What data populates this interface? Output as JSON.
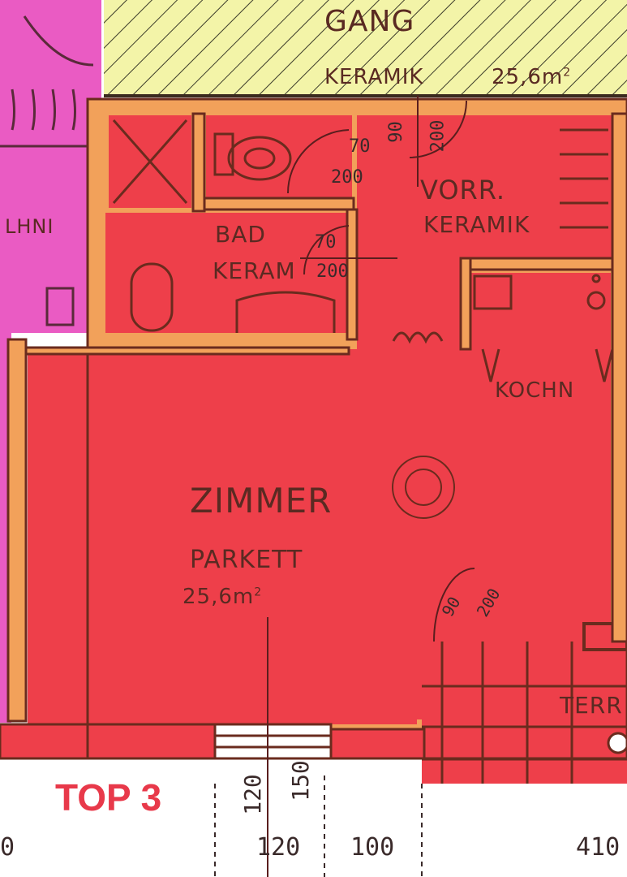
{
  "plan": {
    "colors": {
      "room_fill": "#ee3f4a",
      "hall_fill": "#f3f4a8",
      "neighbor_fill": "#ea5bc3",
      "wall_fill": "#f2a15a",
      "wall_line": "#6a2b1e",
      "title_color": "#e8394a"
    },
    "hall": {
      "name": "GANG",
      "floor": "KERAMIK",
      "area": "25,6m",
      "area_sup": "2"
    },
    "vorraum": {
      "name": "VORR.",
      "floor": "KERAMIK"
    },
    "bad": {
      "name": "BAD",
      "floor": "KERAM"
    },
    "kochnische": {
      "name": "KOCHN"
    },
    "zimmer": {
      "name": "ZIMMER",
      "floor": "PARKETT",
      "area": "25,6m",
      "area_sup": "2"
    },
    "terrasse": {
      "name": "TERR"
    },
    "neighbor": {
      "label": "LHNI"
    },
    "door_labels": [
      "70",
      "200",
      "90",
      "200",
      "70",
      "200",
      "90",
      "200"
    ],
    "dimensions": {
      "bottom": [
        "0",
        "120",
        "100",
        "410"
      ],
      "vertical": [
        "120",
        "150"
      ]
    },
    "unit_title": "TOP 3"
  }
}
